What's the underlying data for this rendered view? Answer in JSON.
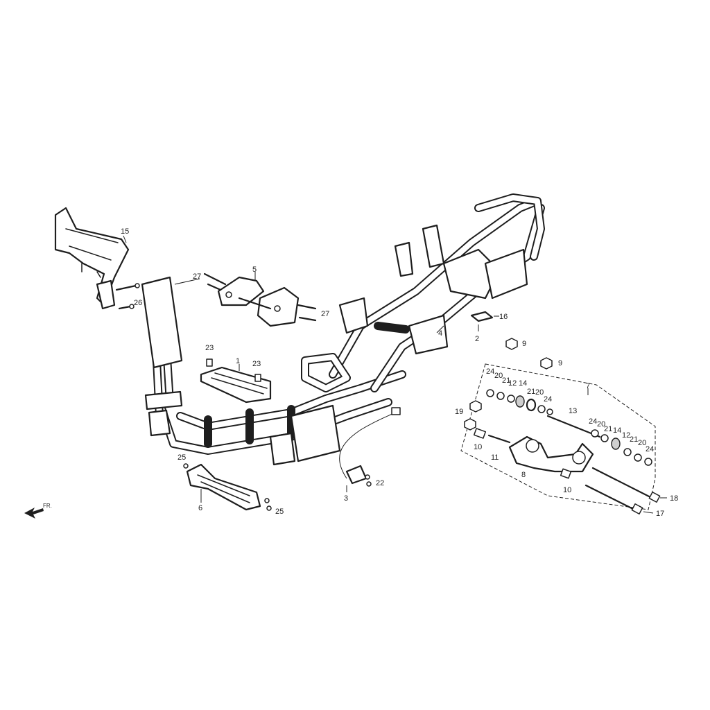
{
  "callouts": {
    "c1": "1",
    "c2": "2",
    "c3": "3",
    "c4": "4",
    "c5": "5",
    "c6": "6",
    "c7": "7",
    "c8": "8",
    "c9": "9",
    "c10": "10",
    "c11": "11",
    "c12": "12",
    "c13": "13",
    "c14": "14",
    "c15": "15",
    "c16": "16",
    "c17": "17",
    "c18": "18",
    "c19": "19",
    "c20": "20",
    "c21": "21",
    "c22": "22",
    "c23": "23",
    "c24": "24",
    "c25": "25",
    "c26": "26",
    "c27": "27"
  },
  "front_marker": "FR."
}
